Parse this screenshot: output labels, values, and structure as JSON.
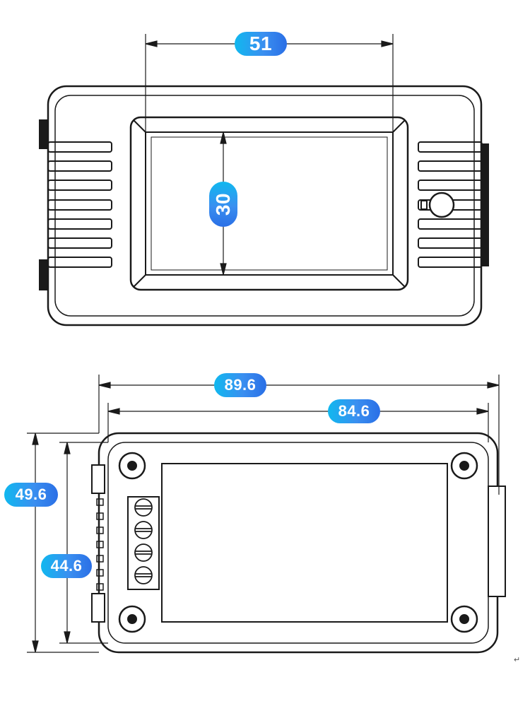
{
  "dimensions": {
    "front_width": "51",
    "front_height": "30",
    "back_outer_width": "89.6",
    "back_inner_width": "84.6",
    "back_outer_height": "49.6",
    "back_inner_height": "44.6"
  },
  "footer": {
    "return_mark": "↵"
  },
  "colors": {
    "line": "#1a1a1a",
    "badge_start": "#10b8ef",
    "badge_end": "#2a6fe6",
    "badge_text": "#ffffff"
  }
}
